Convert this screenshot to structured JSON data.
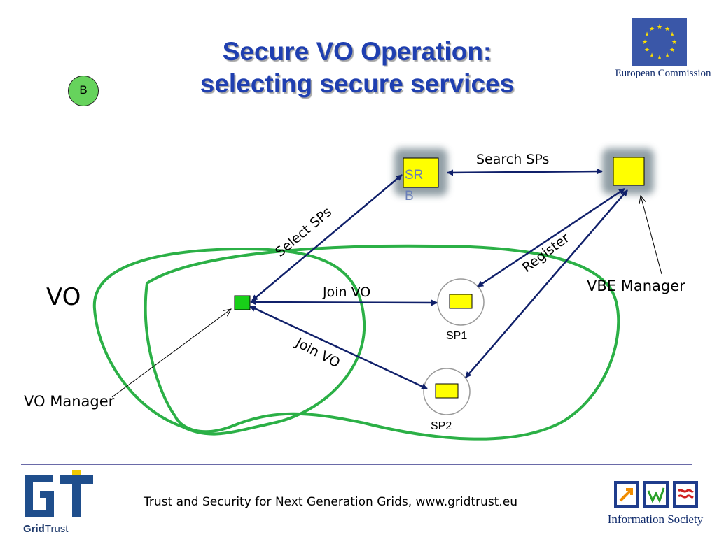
{
  "slide": {
    "title_line1": "Secure VO Operation:",
    "title_line2": "selecting secure services",
    "badge": "B",
    "eu_label": "European Commission",
    "footer_text": "Trust and Security for Next Generation Grids, www.gridtrust.eu",
    "gridtrust_word_bold": "Grid",
    "gridtrust_word_rest": "Trust",
    "info_society_label": "Information Society"
  },
  "diagram": {
    "vo_label": "VO",
    "vo_manager_label": "VO Manager",
    "vbe_manager_label": "VBE Manager",
    "srb_label": "SR B",
    "sp1_label": "SP1",
    "sp2_label": "SP2",
    "edges": {
      "search_sps": "Search SPs",
      "select_sps": "Select SPs",
      "register": "Register",
      "join_vo_sp1": "Join VO",
      "join_vo_sp2": "Join VO"
    }
  },
  "colors": {
    "title": "#1f3fb0",
    "vo_outline": "#2bb046",
    "arrow": "#10206a",
    "service_node": "#ffff00",
    "vo_manager_node": "#18d018"
  }
}
